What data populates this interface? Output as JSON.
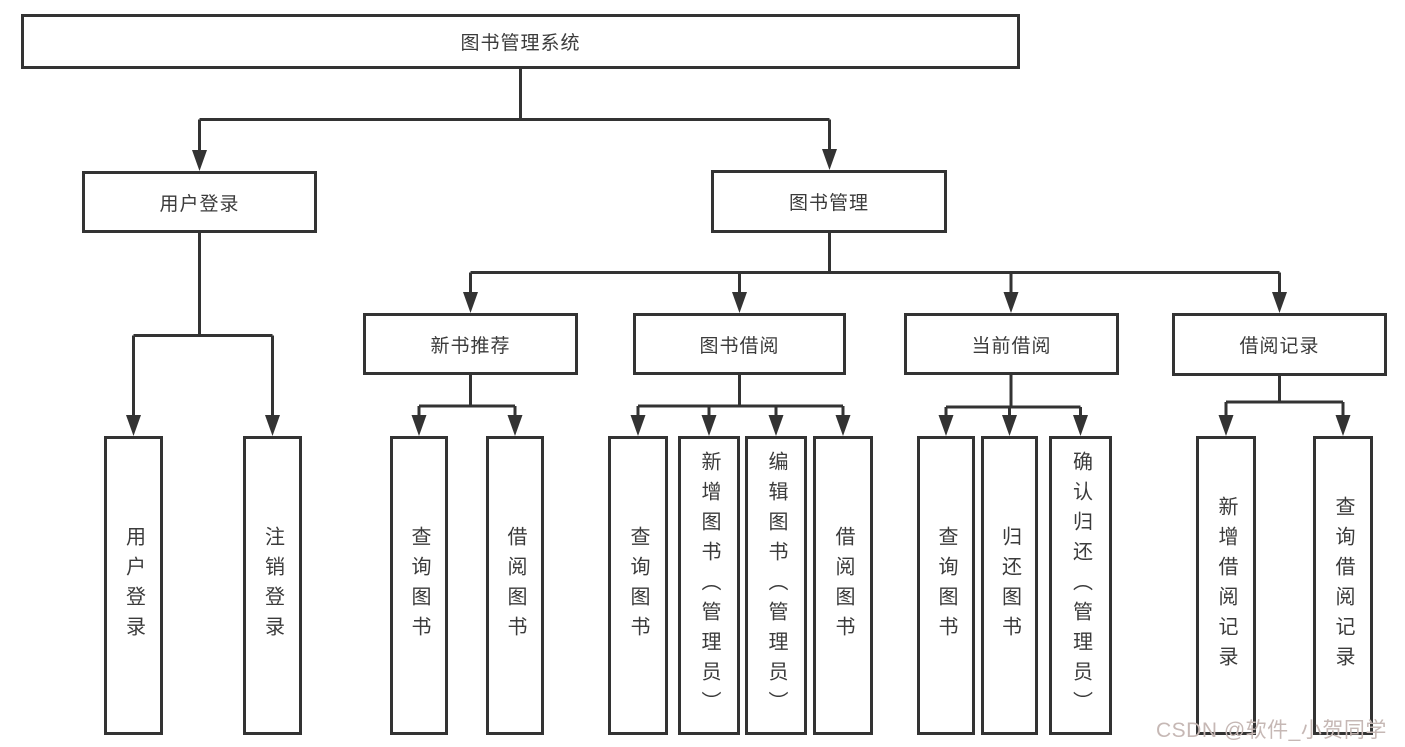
{
  "diagram": {
    "root": {
      "label": "图书管理系统"
    },
    "level1": [
      {
        "label": "用户登录"
      },
      {
        "label": "图书管理"
      }
    ],
    "level2": [
      {
        "label": "新书推荐"
      },
      {
        "label": "图书借阅"
      },
      {
        "label": "当前借阅"
      },
      {
        "label": "借阅记录"
      }
    ],
    "leaves": {
      "user_login": [
        {
          "label": "用户登录"
        },
        {
          "label": "注销登录"
        }
      ],
      "new_book_recommend": [
        {
          "label": "查询图书"
        },
        {
          "label": "借阅图书"
        }
      ],
      "book_borrow": [
        {
          "label": "查询图书"
        },
        {
          "label": "新增图书（管理员）"
        },
        {
          "label": "编辑图书（管理员）"
        },
        {
          "label": "借阅图书"
        }
      ],
      "current_borrow": [
        {
          "label": "查询图书"
        },
        {
          "label": "归还图书"
        },
        {
          "label": "确认归还（管理员）"
        }
      ],
      "borrow_record": [
        {
          "label": "新增借阅记录"
        },
        {
          "label": "查询借阅记录"
        }
      ]
    }
  },
  "watermark": {
    "text": "CSDN @软件_小贺同学"
  },
  "colors": {
    "line": "#333333",
    "text": "#3b3b3b",
    "background": "#ffffff",
    "watermark": "#c6b8b5"
  }
}
